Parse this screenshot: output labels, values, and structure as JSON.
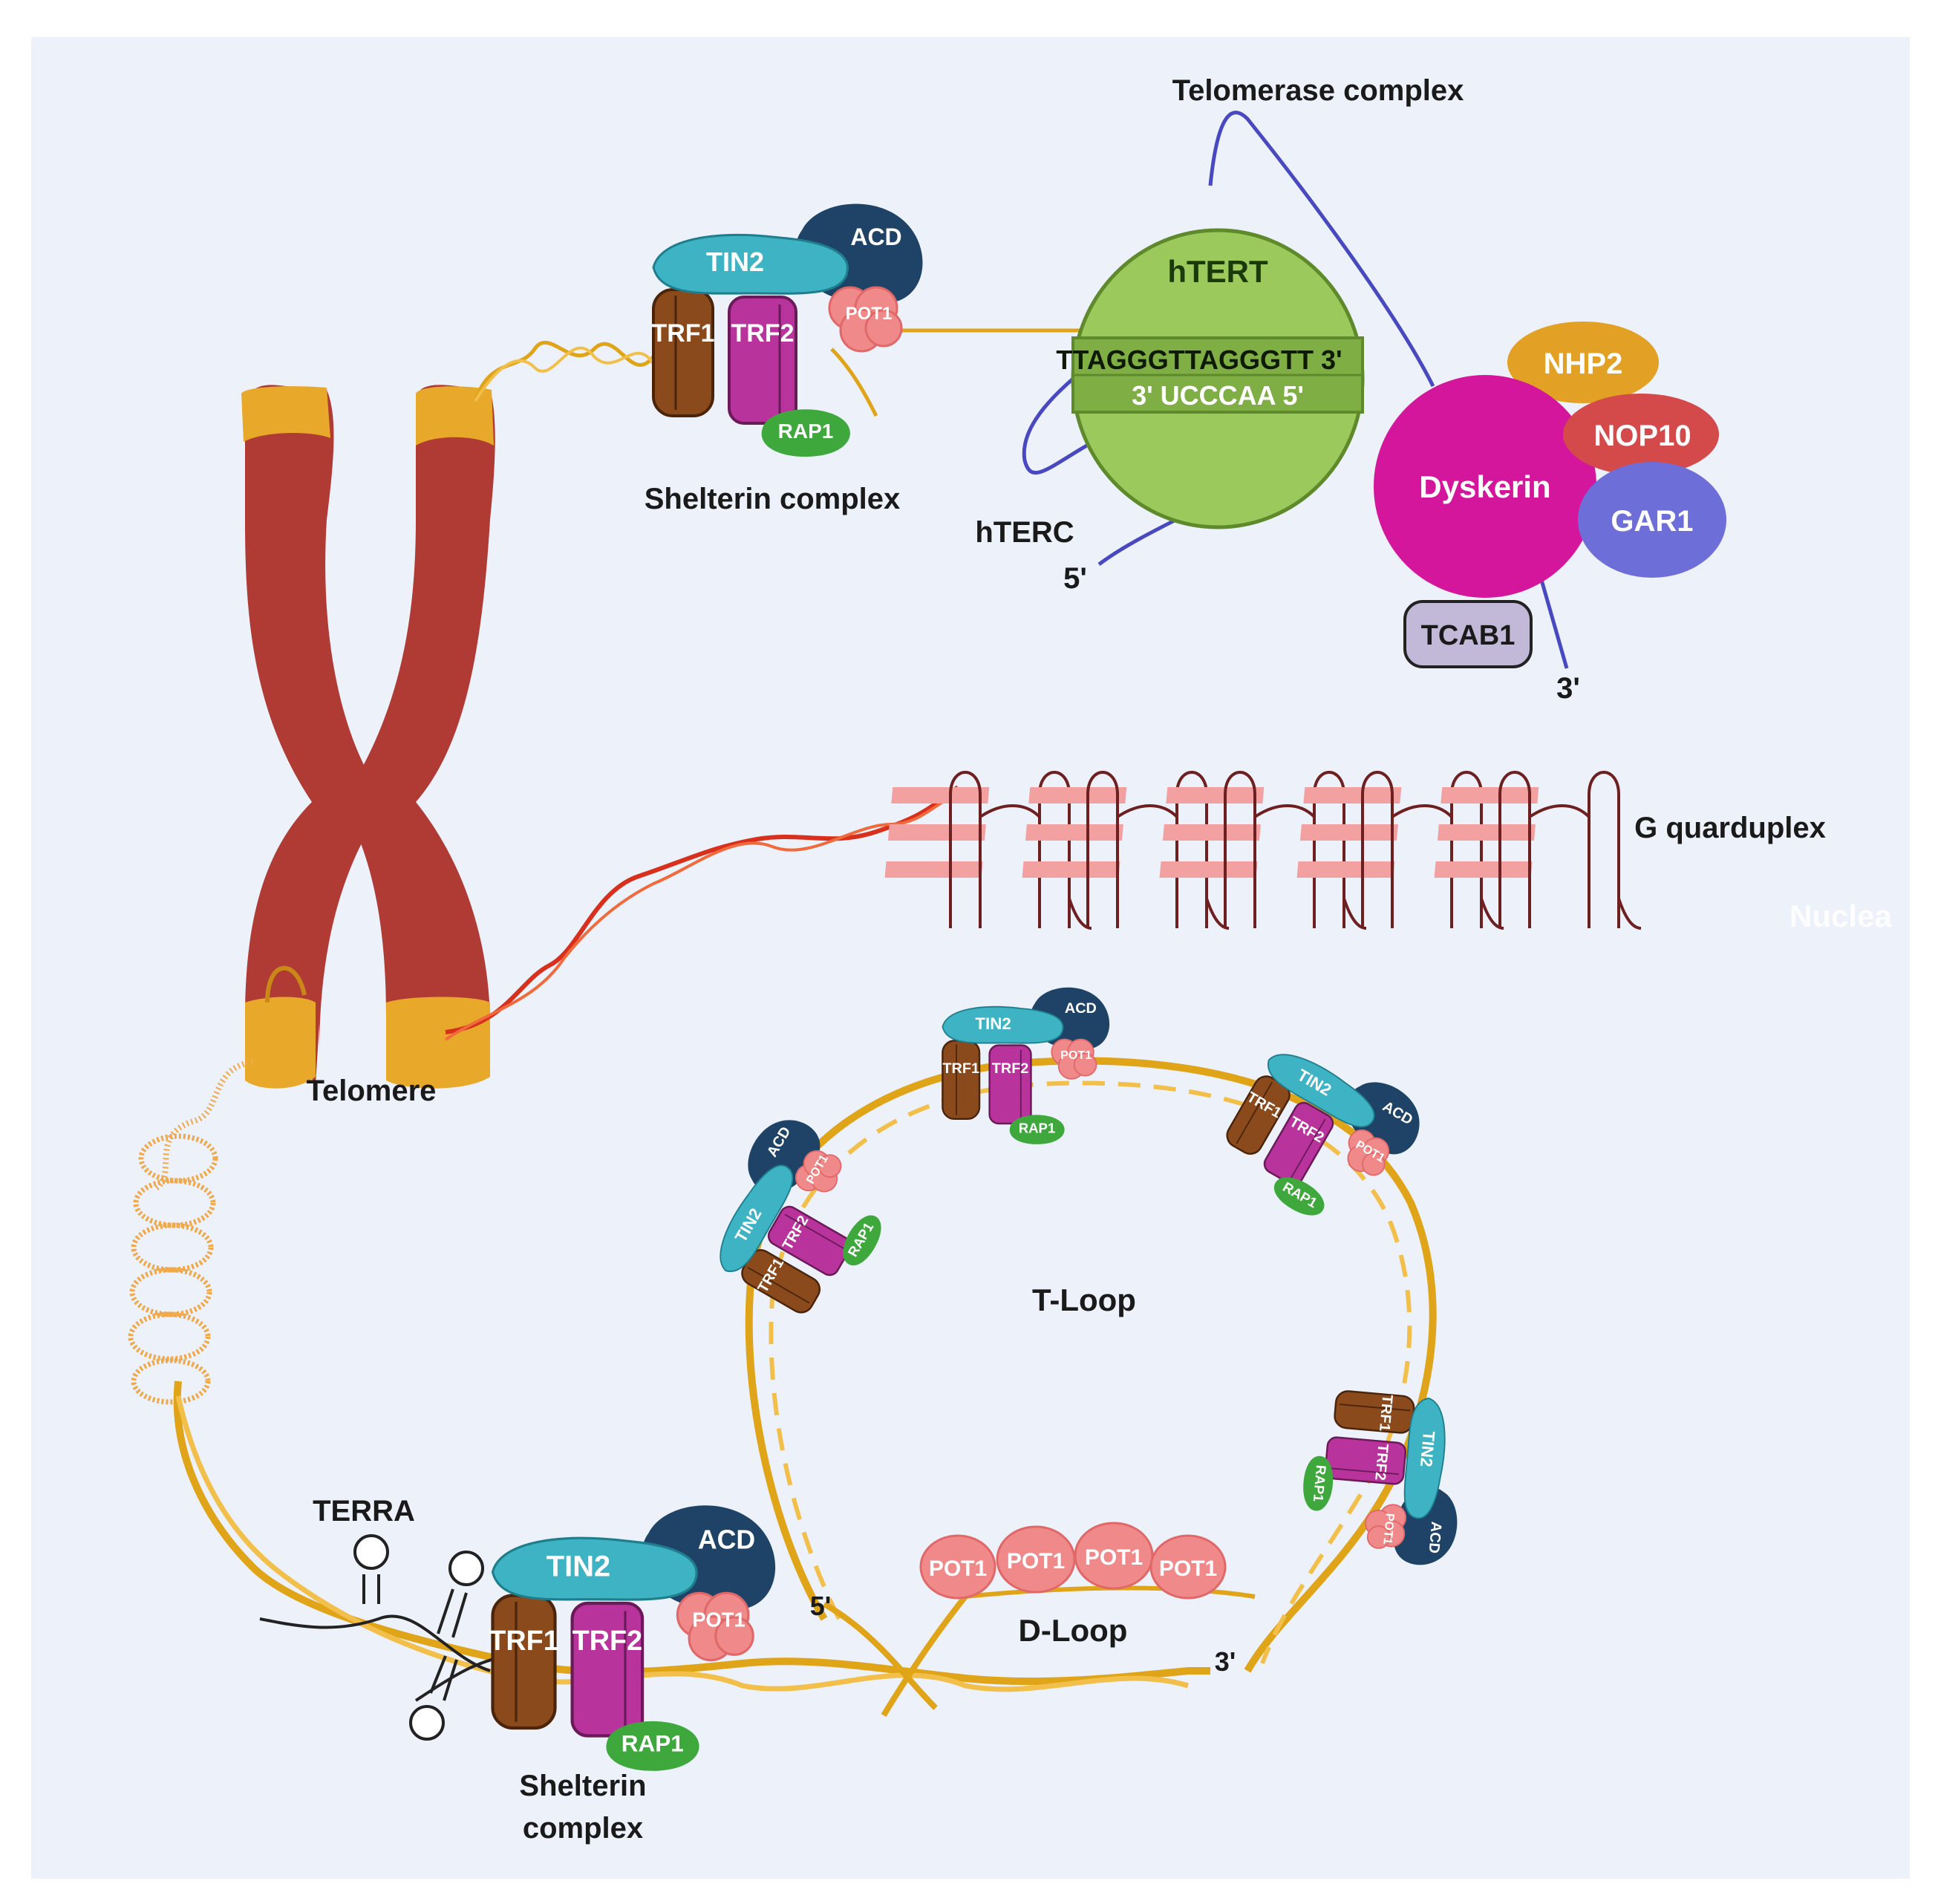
{
  "labels": {
    "telomerase_complex": "Telomerase complex",
    "htert": "hTERT",
    "dna_seq": "TTAGGGTTAGGGTT 3'",
    "rna_seq": "3' UCCCAA 5'",
    "hterc": "hTERC",
    "five_prime_top": "5'",
    "three_prime_top": "3'",
    "dyskerin": "Dyskerin",
    "nhp2": "NHP2",
    "nop10": "NOP10",
    "gar1": "GAR1",
    "tcab1": "TCAB1",
    "shelterin_top": "Shelterin complex",
    "g_quadruplex": "G quarduplex",
    "nucleus_fragment": "Nuclea",
    "telomere": "Telomere",
    "t_loop": "T-Loop",
    "d_loop": "D-Loop",
    "terra": "TERRA",
    "shelterin_bottom_1": "Shelterin",
    "shelterin_bottom_2": "complex",
    "five_prime_bottom": "5'",
    "three_prime_bottom": "3'"
  },
  "proteins": {
    "trf1": "TRF1",
    "trf2": "TRF2",
    "tin2": "TIN2",
    "acd": "ACD",
    "pot1": "POT1",
    "rap1": "RAP1"
  },
  "d_loop_pot1": [
    "POT1",
    "POT1",
    "POT1",
    "POT1"
  ],
  "colors": {
    "background": "#ecf1fa",
    "chromosome": "#b03a34",
    "telomere_cap": "#e8a82a",
    "dna_gold": "#e0a418",
    "trf1": "#8b4a1c",
    "trf2": "#b8349c",
    "tin2": "#3eb3c4",
    "acd": "#1f4366",
    "pot1": "#f08a8a",
    "rap1": "#3ea83c",
    "htert": "#9bc95c",
    "dyskerin": "#d3169c",
    "nhp2": "#e2a124",
    "nop10": "#d44a4a",
    "gar1": "#6e6ed8",
    "tcab1": "#c2b8d8",
    "rna": "#4848c0",
    "gquad": "#6e2020"
  }
}
